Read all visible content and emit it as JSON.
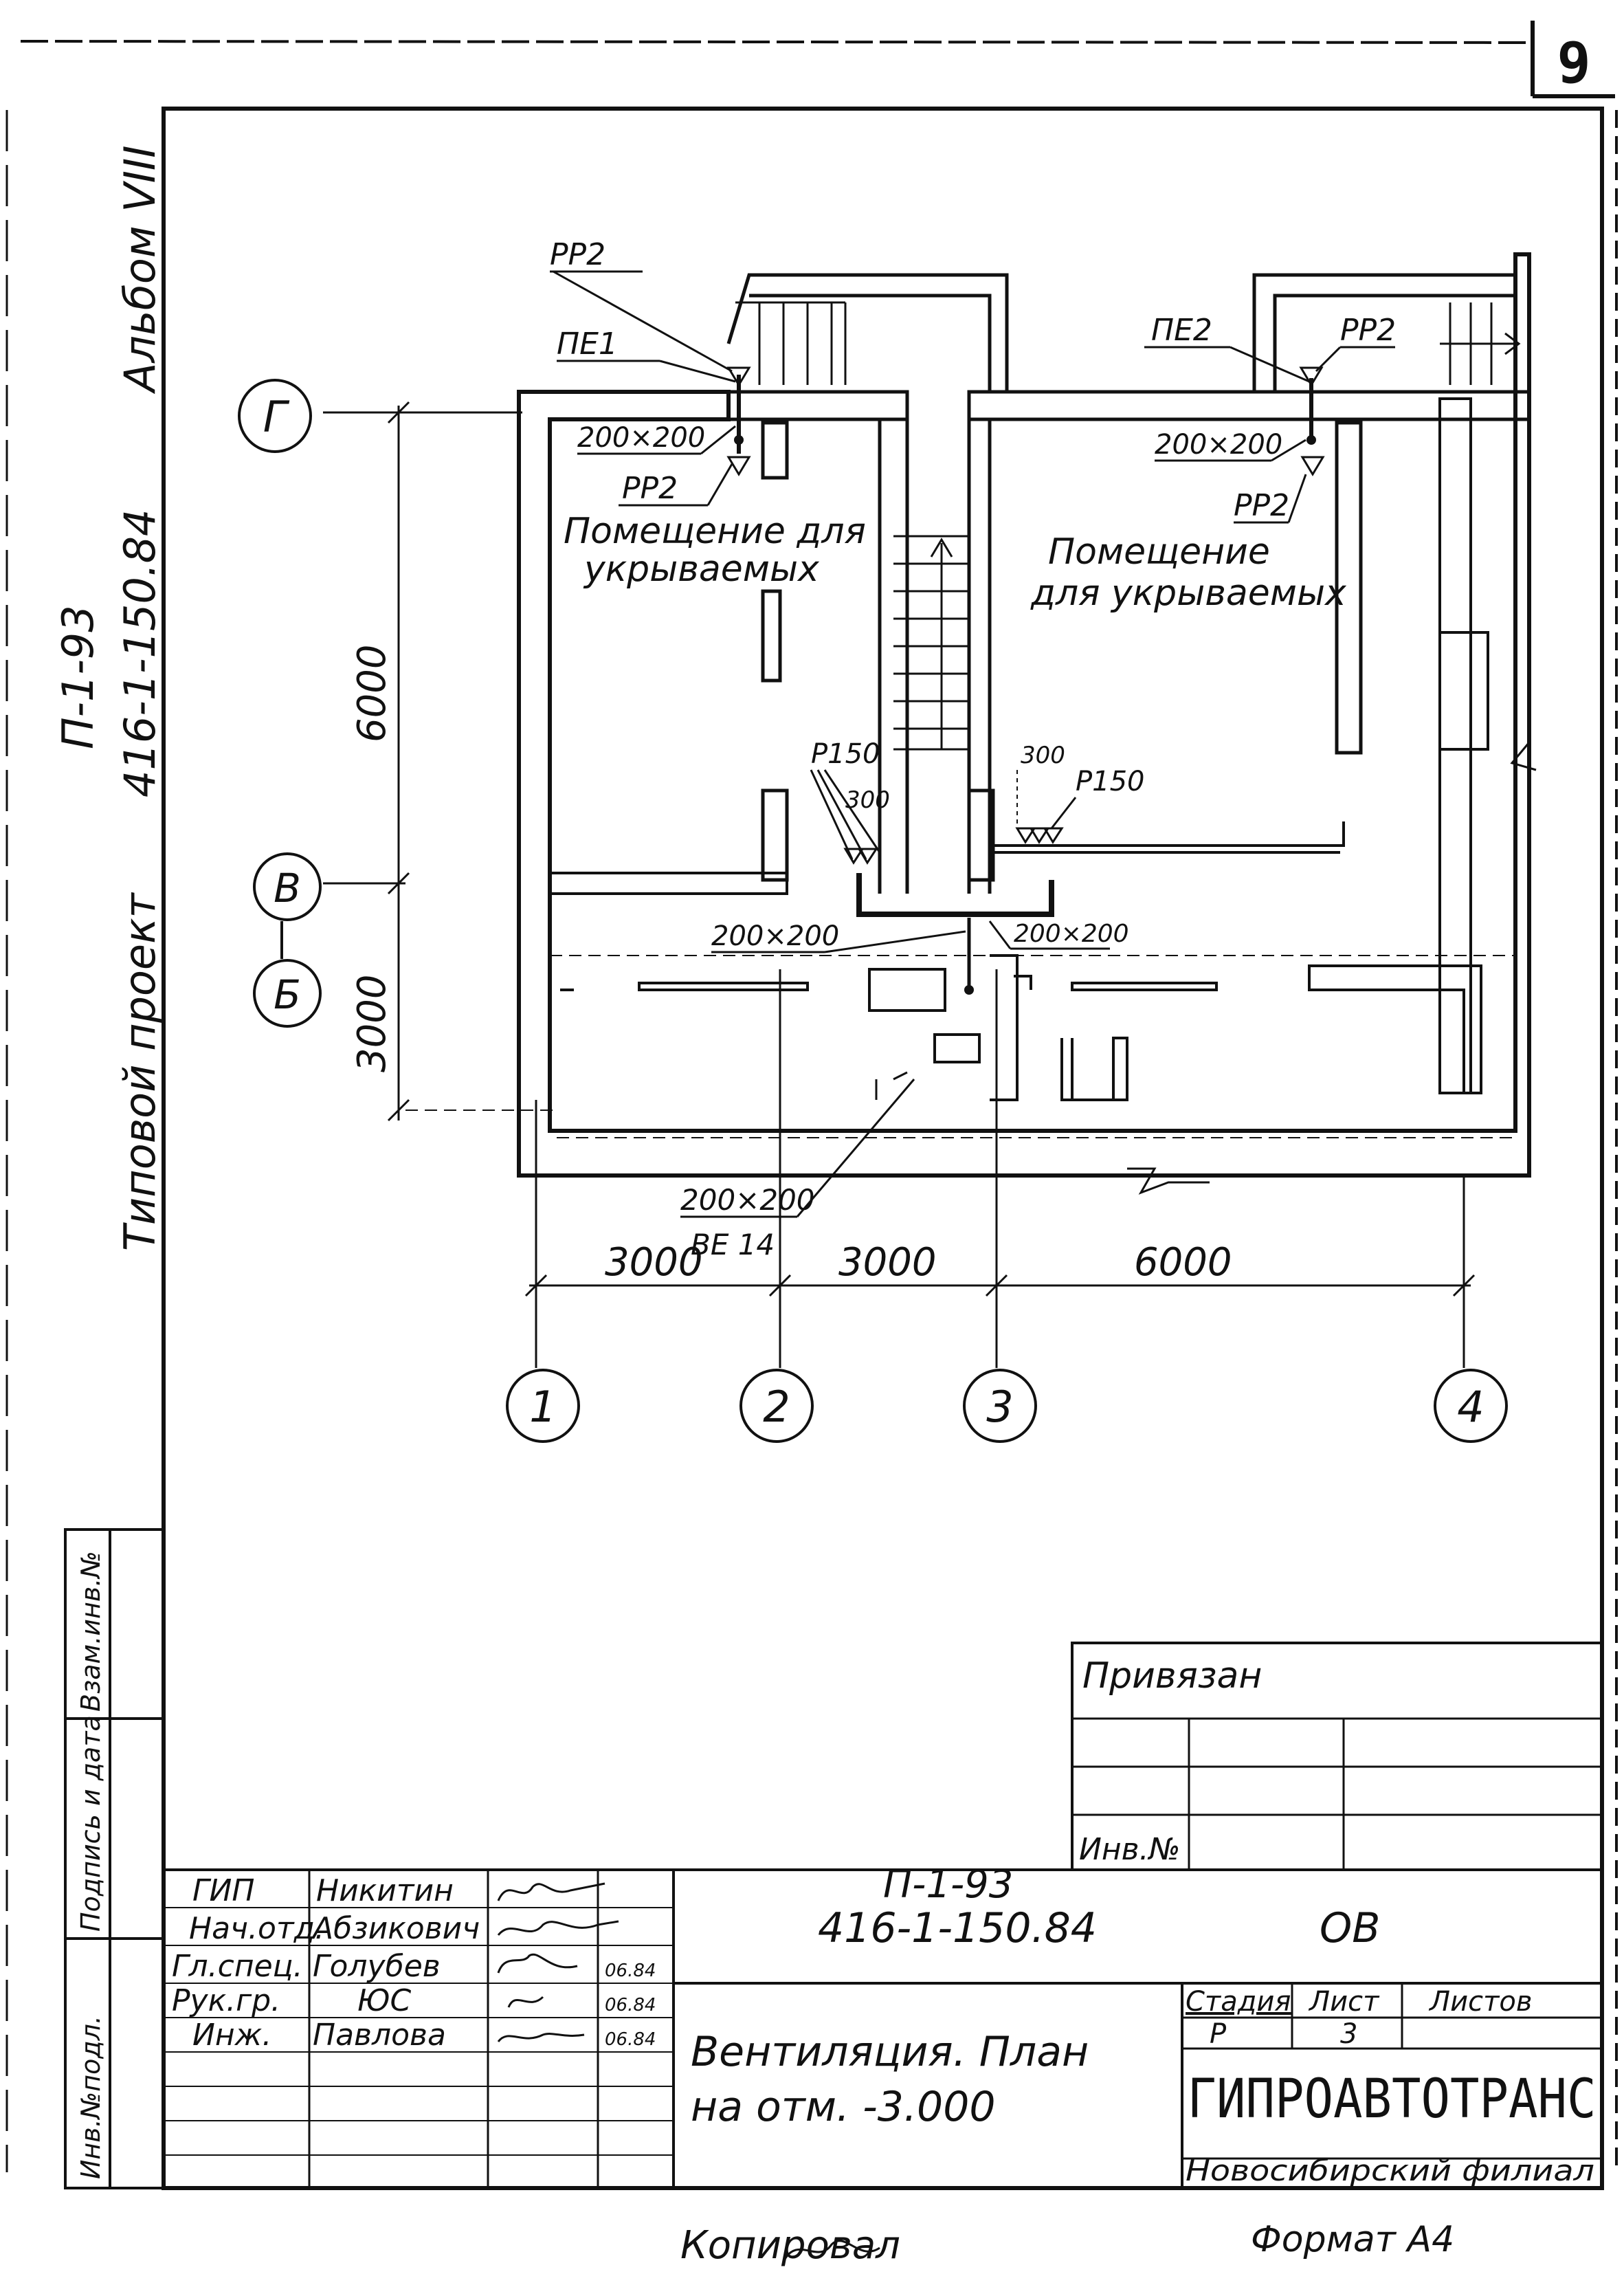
{
  "page_number": "9",
  "side_title": {
    "project_label": "Типовой проект",
    "project_code_top": "П-1-93",
    "project_code_bottom": "416-1-150.84",
    "album": "Альбом VIII"
  },
  "axes": {
    "rows": [
      "Г",
      "В",
      "Б"
    ],
    "cols": [
      "1",
      "2",
      "3",
      "4"
    ],
    "vertical_dims": [
      "6000",
      "3000"
    ],
    "horizontal_dims": [
      "3000",
      "3000",
      "6000"
    ]
  },
  "plan": {
    "room_left": "Помещение для укрываемых",
    "room_right": "Помещение для укрываемых",
    "labels": {
      "pp2_top": "РР2",
      "pe1": "ПЕ1",
      "size_left_top": "200×200",
      "pp2_left": "РР2",
      "pe2": "ПЕ2",
      "pp2_right_top": "РР2",
      "size_right_top": "200×200",
      "pp2_right": "РР2",
      "p150_left": "Р150",
      "dim_300_left": "300",
      "p150_right": "Р150",
      "dim_300_right": "300",
      "size_center_left": "200×200",
      "size_center_right": "200×200",
      "size_bottom": "200×200",
      "be14": "ВЕ 14"
    }
  },
  "stamp": {
    "privyazan": "Привязан",
    "inv_no": "Инв.№",
    "side_cells": [
      "Инв.№подл.",
      "Подпись и дата",
      "Взам.инв.№"
    ],
    "staff": [
      {
        "role": "ГИП",
        "name": "Никитин",
        "date": ""
      },
      {
        "role": "Нач.отд.",
        "name": "Абзикович",
        "date": ""
      },
      {
        "role": "Гл.спец.",
        "name": "Голубев",
        "date": "06.84"
      },
      {
        "role": "Рук.гр.",
        "name": "ЮС",
        "date": "06.84"
      },
      {
        "role": "Инж.",
        "name": "Павлова",
        "date": "06.84"
      }
    ],
    "doc_code_top": "П-1-93",
    "doc_code": "416-1-150.84",
    "section": "ОВ",
    "title_line1": "Вентиляция. План",
    "title_line2": "на отм. -3.000",
    "stage_label": "Стадия",
    "sheet_label": "Лист",
    "sheets_label": "Листов",
    "stage": "Р",
    "sheet": "3",
    "org": "ГИПРОАВТОТРАНС",
    "org_sub": "Новосибирский филиал"
  },
  "footer": {
    "copied": "Копировал",
    "format": "Формат А4"
  }
}
